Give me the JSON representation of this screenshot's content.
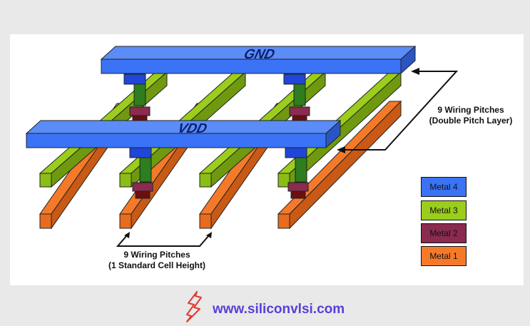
{
  "labels": {
    "gnd": "GND",
    "vdd": "VDD",
    "top_pitch_line1": "9 Wiring Pitches",
    "top_pitch_line2": "(Double Pitch Layer)",
    "bottom_pitch_line1": "9 Wiring Pitches",
    "bottom_pitch_line2": "(1 Standard Cell Height)"
  },
  "legend": [
    {
      "label": "Metal 4",
      "color": "#3a73f5"
    },
    {
      "label": "Metal 3",
      "color": "#9acd1c"
    },
    {
      "label": "Metal 2",
      "color": "#8a2b4f"
    },
    {
      "label": "Metal 1",
      "color": "#f47a2a"
    }
  ],
  "footer": {
    "website": "www.siliconvlsi.com",
    "logo_icon": "siliconvlsi-logo-icon",
    "logo_color": "#e23a2e"
  },
  "colors": {
    "metal4": "#3a73f5",
    "metal3": "#9acd1c",
    "metal2": "#8a2b4f",
    "metal1": "#f47a2a",
    "via_blue": "#1f46d8",
    "via_green": "#2e7d1e",
    "via_red": "#6a0e12"
  }
}
